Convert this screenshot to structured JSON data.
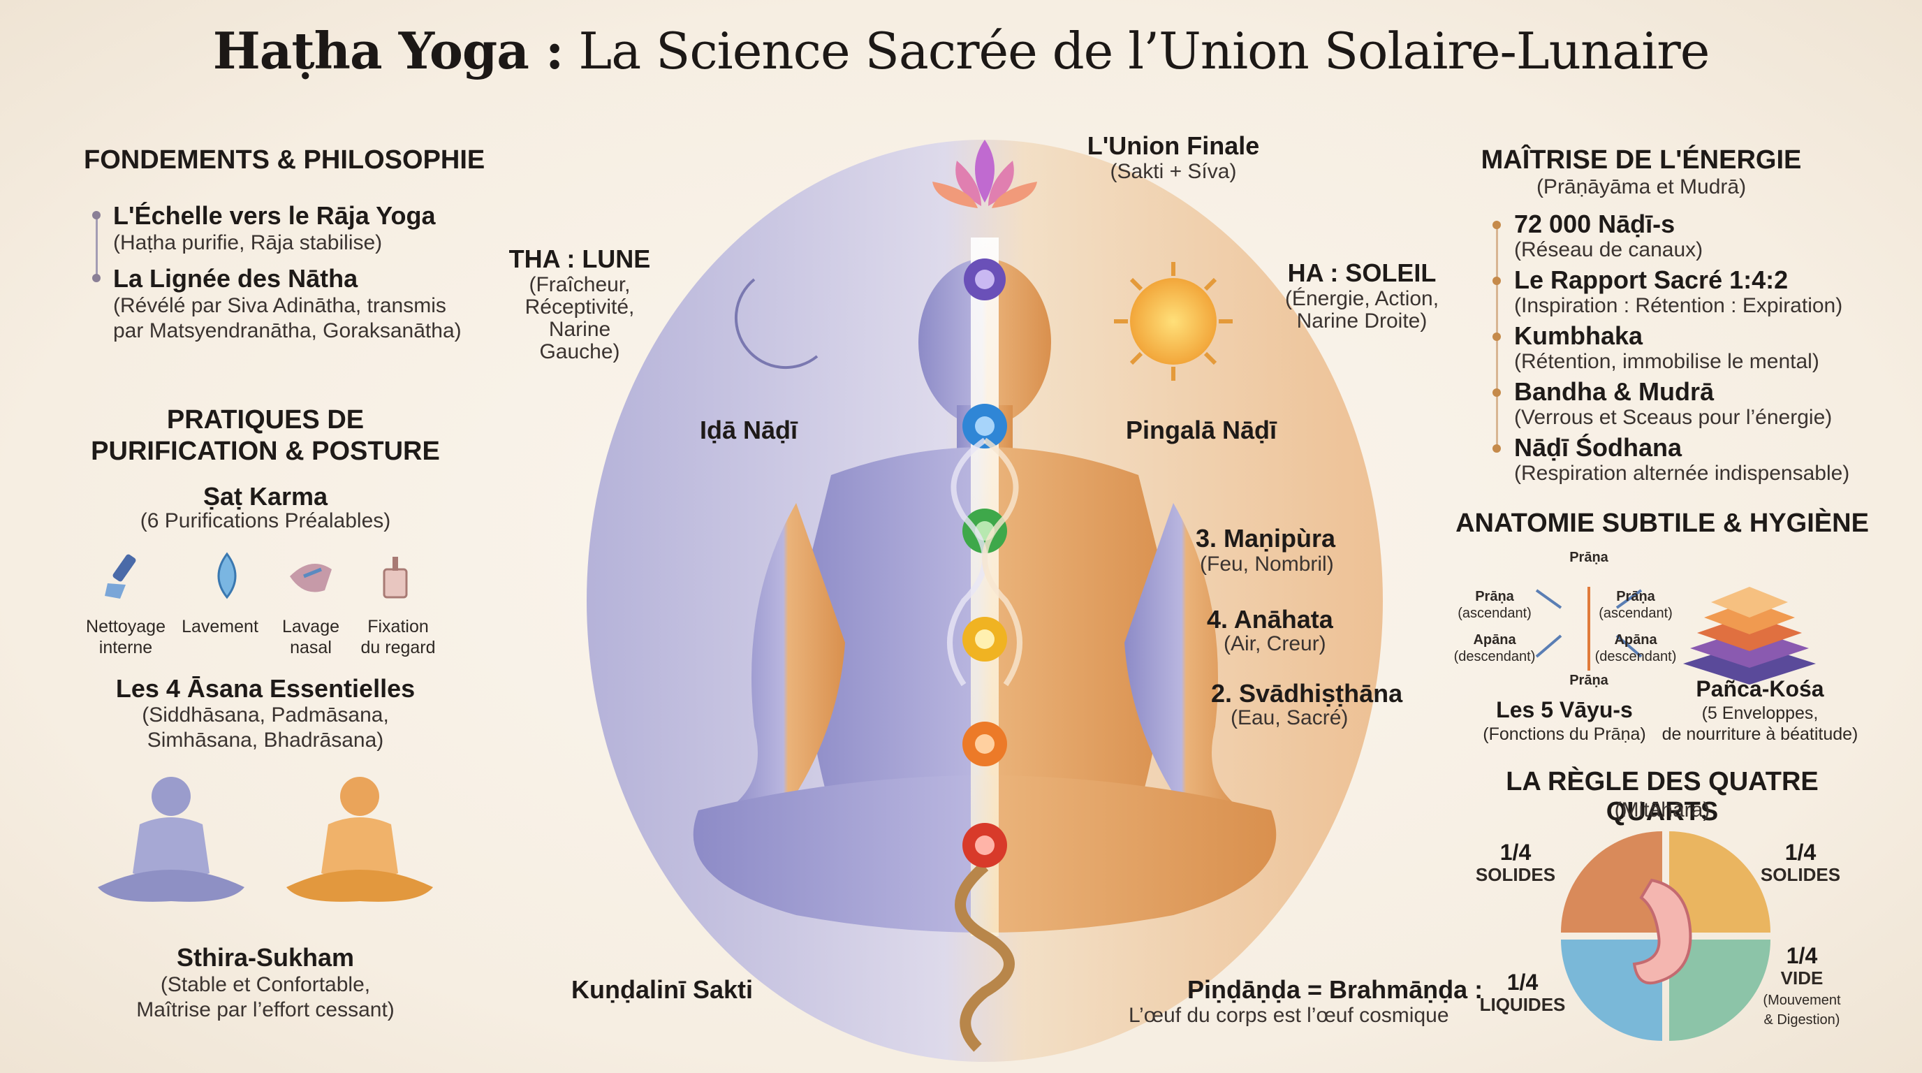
{
  "title": {
    "bold": "Haṭha Yoga :",
    "rest": " La Science Sacrée de l’Union Solaire-Lunaire"
  },
  "left": {
    "fondements": {
      "heading": "FONDEMENTS & PHILOSOPHIE",
      "items": [
        {
          "title": "L'Échelle vers le Rāja Yoga",
          "desc": "(Haṭha purifie, Rāja stabilise)"
        },
        {
          "title": "La Lignée des Nātha",
          "desc": "(Révélé par Siva Adinātha, transmis par Matsyendranātha, Goraksanātha)"
        }
      ]
    },
    "pratiques": {
      "heading_line1": "PRATIQUES DE",
      "heading_line2": "PURIFICATION & POSTURE",
      "satkarma_title": "Ṣaṭ Karma",
      "satkarma_sub": "(6 Purifications Préalables)",
      "icons": [
        {
          "icon": "brush-icon",
          "label1": "Nettoyage",
          "label2": "interne"
        },
        {
          "icon": "water-drop-icon",
          "label1": "Lavement",
          "label2": ""
        },
        {
          "icon": "nasal-wash-icon",
          "label1": "Lavage",
          "label2": "nasal"
        },
        {
          "icon": "candle-icon",
          "label1": "Fixation",
          "label2": "du regard"
        }
      ],
      "asana_title": "Les 4 Āsana Essentielles",
      "asana_line1": "(Siddhāsana, Padmāsana,",
      "asana_line2": "Simhāsana, Bhadrāsana)",
      "sthira_title": "Sthira-Sukham",
      "sthira_line1": "(Stable et Confortable,",
      "sthira_line2": "Maîtrise par l’effort cessant)"
    }
  },
  "center": {
    "union_title": "L'Union Finale",
    "union_sub": "(Sakti + Síva)",
    "tha_title": "THA : LUNE",
    "tha_lines": [
      "(Fraîcheur,",
      "Réceptivité,",
      "Narine",
      "Gauche)"
    ],
    "ha_title": "HA : SOLEIL",
    "ha_lines": [
      "(Énergie, Action,",
      "Narine Droite)"
    ],
    "ida": "Iḍā Nāḍī",
    "pingala": "Pingalā Nāḍī",
    "chakras": [
      {
        "title": "3. Maṇipùra",
        "sub": "(Feu, Nombril)"
      },
      {
        "title": "4. Anāhata",
        "sub": "(Air, Creur)"
      },
      {
        "title": "2. Svādhiṣṭhāna",
        "sub": "(Eau, Sacré)"
      }
    ],
    "kundalini": "Kuṇḍalinī Sakti",
    "pindanda_title": "Piṇḍāṇḍa = Brahmāṇḍa :",
    "pindanda_sub": "L’œuf du corps est l’œuf cosmique"
  },
  "right": {
    "maitrise": {
      "heading": "MAÎTRISE DE L'ÉNERGIE",
      "sub": "(Prāṇāyāma et Mudrā)",
      "items": [
        {
          "title": "72 000 Nāḍī-s",
          "desc": "(Réseau de canaux)"
        },
        {
          "title": "Le Rapport Sacré 1:4:2",
          "desc": "(Inspiration : Rétention : Expiration)"
        },
        {
          "title": "Kumbhaka",
          "desc": "(Rétention, immobilise le mental)"
        },
        {
          "title": "Bandha & Mudrā",
          "desc": "(Verrous et Sceaus pour l’énergie)"
        },
        {
          "title": "Nāḍī Śodhana",
          "desc": "(Respiration alternée indispensable)"
        }
      ]
    },
    "anatomie": {
      "heading": "ANATOMIE SUBTILE & HYGIÈNE",
      "prana_top": "Prāṇa",
      "prana_left": "Prāṇa",
      "prana_left_sub": "(ascendant)",
      "prana_right": "Prāṇa",
      "prana_right_sub": "(ascendant)",
      "apana_left": "Apāna",
      "apana_left_sub": "(descendant)",
      "apana_right": "Apāna",
      "apana_right_sub": "(descendant)",
      "prana_bottom": "Prāṇa",
      "vayu_title": "Les 5 Vāyu-s",
      "vayu_sub": "(Fonctions du Prāṇa)",
      "kosa_title": "Pañca-Kośa",
      "kosa_line1": "(5 Enveloppes,",
      "kosa_line2": "de nourriture à béatitude)"
    },
    "regle": {
      "heading": "LA RÈGLE DES QUATRE QUARTS",
      "sub": "(Mitāhāra)",
      "q_tl_frac": "1/4",
      "q_tl_label": "SOLIDES",
      "q_tr_frac": "1/4",
      "q_tr_label": "SOLIDES",
      "q_bl_frac": "1/4",
      "q_bl_label": "LIQUIDES",
      "q_br_frac": "1/4",
      "q_br_label": "VIDE",
      "q_br_line1": "(Mouvement",
      "q_br_line2": "& Digestion)"
    }
  },
  "colors": {
    "lunar": "#8e8fc8",
    "solar": "#e9a860",
    "chakra_crown": "#8a5cc8",
    "chakra_third_eye": "#6a50b8",
    "chakra_throat": "#2f86d6",
    "chakra_heart": "#3ea84a",
    "chakra_solar": "#f0b322",
    "chakra_sacral": "#ec7a28",
    "chakra_root": "#d83a2a"
  }
}
